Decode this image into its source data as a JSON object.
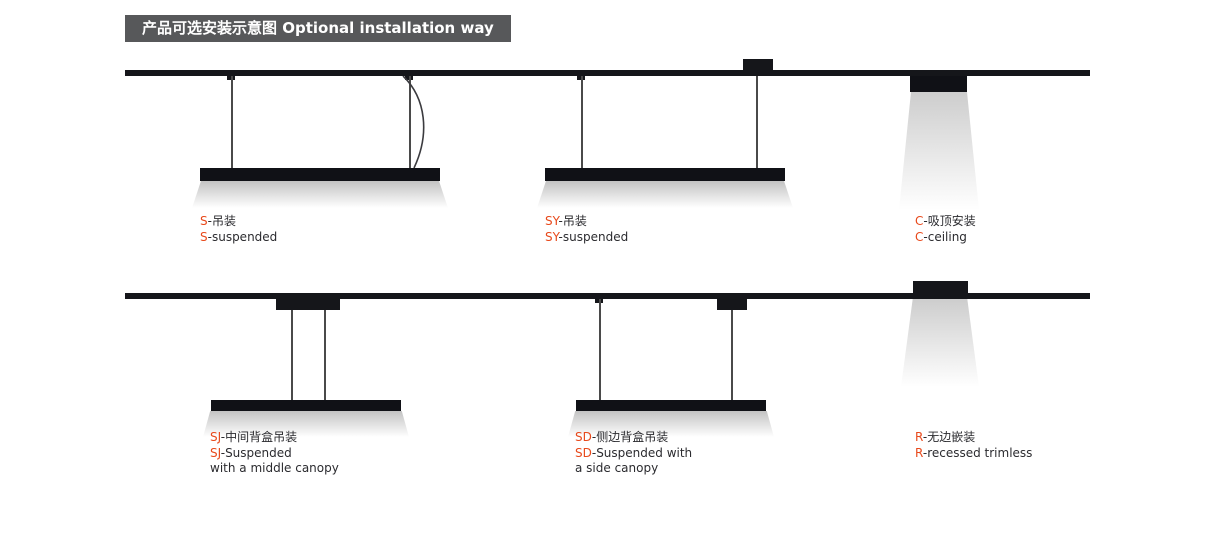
{
  "header": {
    "title": "产品可选安装示意图 Optional installation way"
  },
  "items": [
    {
      "code": "S",
      "cn": "-吊装",
      "en": "-suspended"
    },
    {
      "code": "SY",
      "cn": "-吊装",
      "en": "-suspended"
    },
    {
      "code": "C",
      "cn": "-吸顶安装",
      "en": "-ceiling"
    },
    {
      "code": "SJ",
      "cn": "-中间背盒吊装",
      "en": "-Suspended",
      "en2": "with a middle canopy"
    },
    {
      "code": "SD",
      "cn": "-侧边背盒吊装",
      "en": "-Suspended with",
      "en2": "a side canopy"
    },
    {
      "code": "R",
      "cn": "-无边嵌装",
      "en": "-recessed trimless"
    }
  ],
  "colors": {
    "accent": "#E8491B",
    "header_bg": "#57585A",
    "text": "#2B2B2F",
    "structure": "#15161A"
  }
}
